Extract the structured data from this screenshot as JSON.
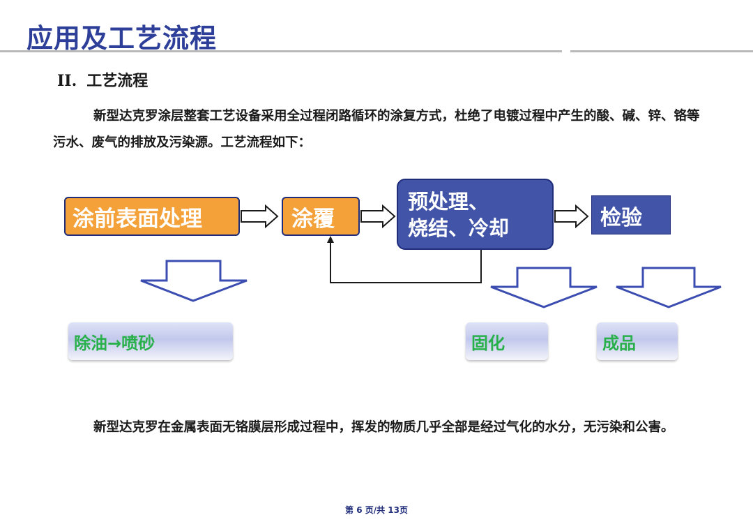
{
  "page": {
    "title": "应用及工艺流程",
    "section_number": "II.",
    "section_title": "工艺流程",
    "paragraph_1": "新型达克罗涂层整套工艺设备采用全过程闭路循环的涂复方式，杜绝了电镀过程中产生的酸、碱、锌、铬等污水、废气的排放及污染源。工艺流程如下：",
    "paragraph_2": "新型达克罗在金属表面无铬膜层形成过程中，挥发的物质几乎全部是经过气化的水分，无污染和公害。",
    "footer": "第 6 页/共 13页"
  },
  "flow": {
    "step_1": "涂前表面处理",
    "step_2": "涂覆",
    "step_3_line_1": "预处理、",
    "step_3_line_2": "烧结、冷却",
    "step_4": "检验",
    "result_1": "除油→喷砂",
    "result_2": "固化",
    "result_3": "成品"
  },
  "colors": {
    "title": "#2e3f9a",
    "orange_box": "#f4a13a",
    "blue_box": "#4154a8",
    "result_text": "#28b04a"
  }
}
